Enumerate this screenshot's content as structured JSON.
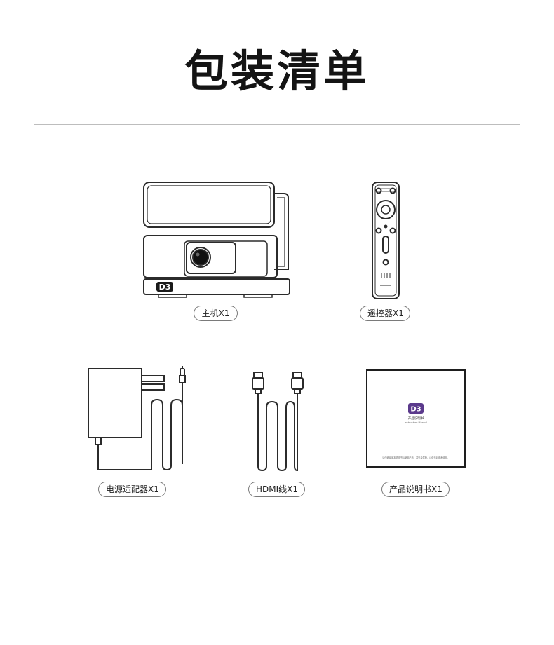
{
  "page": {
    "title": "包装清单"
  },
  "items": [
    {
      "label": "主机X1"
    },
    {
      "label": "遥控器X1"
    },
    {
      "label": "电源适配器X1"
    },
    {
      "label": "HDMI线X1"
    },
    {
      "label": "产品说明书X1"
    }
  ],
  "manual": {
    "brand_logo": "D3",
    "title_cn": "产品说明书",
    "title_en": "Instruction Manual",
    "footer": "请仔细阅读本说明书后使用产品，并妥善保管，以便日后参考使用。"
  },
  "colors": {
    "line": "#2b2b2b",
    "accent_logo": "#5b3a8c",
    "divider": "#bdbdbd"
  }
}
